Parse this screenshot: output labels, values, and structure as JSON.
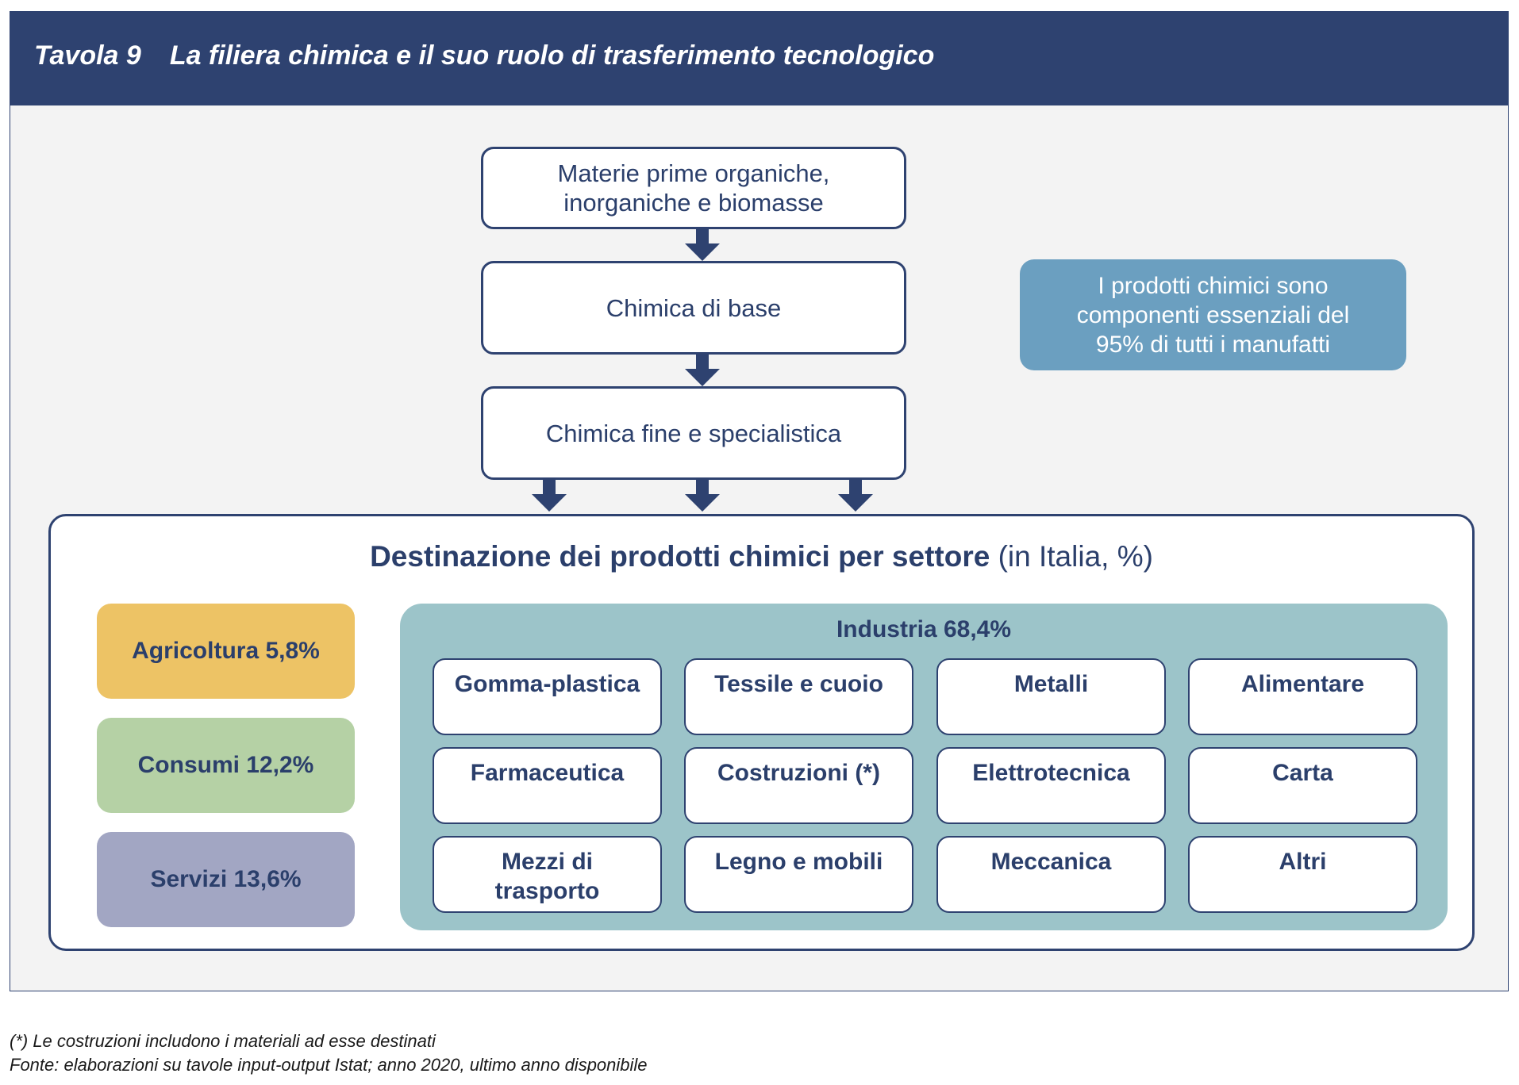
{
  "header": {
    "number": "Tavola 9",
    "title": "La filiera chimica e il suo ruolo di trasferimento tecnologico"
  },
  "flow": {
    "step1_line1": "Materie prime organiche,",
    "step1_line2": "inorganiche e biomasse",
    "step2": "Chimica di base",
    "step3": "Chimica fine e specialistica"
  },
  "note": {
    "line1": "I prodotti chimici sono",
    "line2": "componenti essenziali del",
    "line3": "95% di tutti i manufatti"
  },
  "destination": {
    "title": "Destinazione dei prodotti chimici per settore",
    "title_suffix": "(in Italia, %)",
    "sectors": [
      {
        "label": "Agricoltura 5,8%",
        "value": 5.8,
        "color": "#edc365"
      },
      {
        "label": "Consumi 12,2%",
        "value": 12.2,
        "color": "#b5d1a5"
      },
      {
        "label": "Servizi 13,6%",
        "value": 13.6,
        "color": "#a2a6c3"
      }
    ],
    "industry": {
      "title": "Industria 68,4%",
      "value": 68.4,
      "color": "#9cc4c9",
      "items": [
        {
          "line1": "Gomma-plastica"
        },
        {
          "line1": "Tessile e cuoio"
        },
        {
          "line1": "Metalli"
        },
        {
          "line1": "Alimentare"
        },
        {
          "line1": "Farmaceutica"
        },
        {
          "line1": "Costruzioni (*)"
        },
        {
          "line1": "Elettrotecnica"
        },
        {
          "line1": "Carta"
        },
        {
          "line1": "Mezzi di",
          "line2": "trasporto"
        },
        {
          "line1": "Legno e mobili"
        },
        {
          "line1": "Meccanica"
        },
        {
          "line1": "Altri"
        }
      ]
    }
  },
  "footnotes": {
    "note": "(*) Le costruzioni includono i materiali ad esse destinati",
    "source": "Fonte: elaborazioni su tavole input-output Istat; anno 2020, ultimo anno disponibile"
  },
  "colors": {
    "navy": "#2e4270",
    "note_blue": "#6b9fc0",
    "panel_bg": "#f3f3f3"
  }
}
